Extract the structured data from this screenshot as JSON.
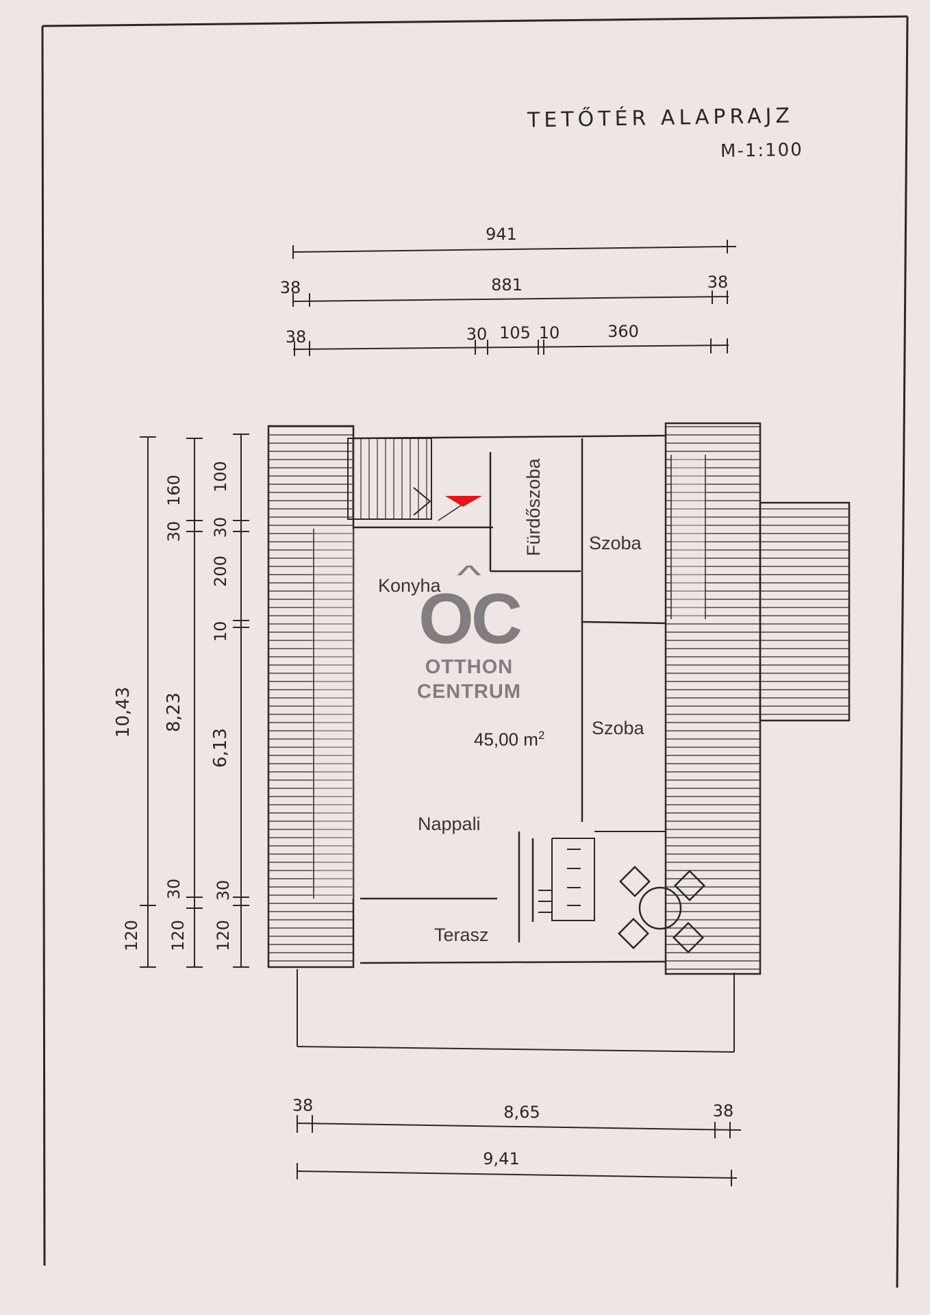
{
  "sheet": {
    "title": "TETŐTÉR ALAPRAJZ",
    "scale": "M-1:100"
  },
  "rooms": {
    "bathroom": "Fürdőszoba",
    "room_top": "Szoba",
    "room_mid": "Szoba",
    "kitchen": "Konyha",
    "living": "Nappali",
    "terrace": "Terasz"
  },
  "area": {
    "value": "45,00 m",
    "unit_power": "2"
  },
  "watermark": {
    "logo": "OC",
    "line1": "OTTHON",
    "line2": "CENTRUM"
  },
  "dimensions": {
    "top_total": "941",
    "top_inner": "881",
    "top_left_edge": "38",
    "top_right_edge": "38",
    "top_row3": [
      "38",
      "30",
      "105",
      "10",
      "360"
    ],
    "left_total": "10,43",
    "left_middle": "8,23",
    "left_living": "6,13",
    "left_chain": [
      "160",
      "30",
      "200",
      "10",
      "30",
      "120",
      "120",
      "120",
      "100",
      "30",
      "30"
    ],
    "bottom_inner": "8,65",
    "bottom_total": "9,41",
    "bottom_left_edge": "38",
    "bottom_right_edge": "38"
  }
}
